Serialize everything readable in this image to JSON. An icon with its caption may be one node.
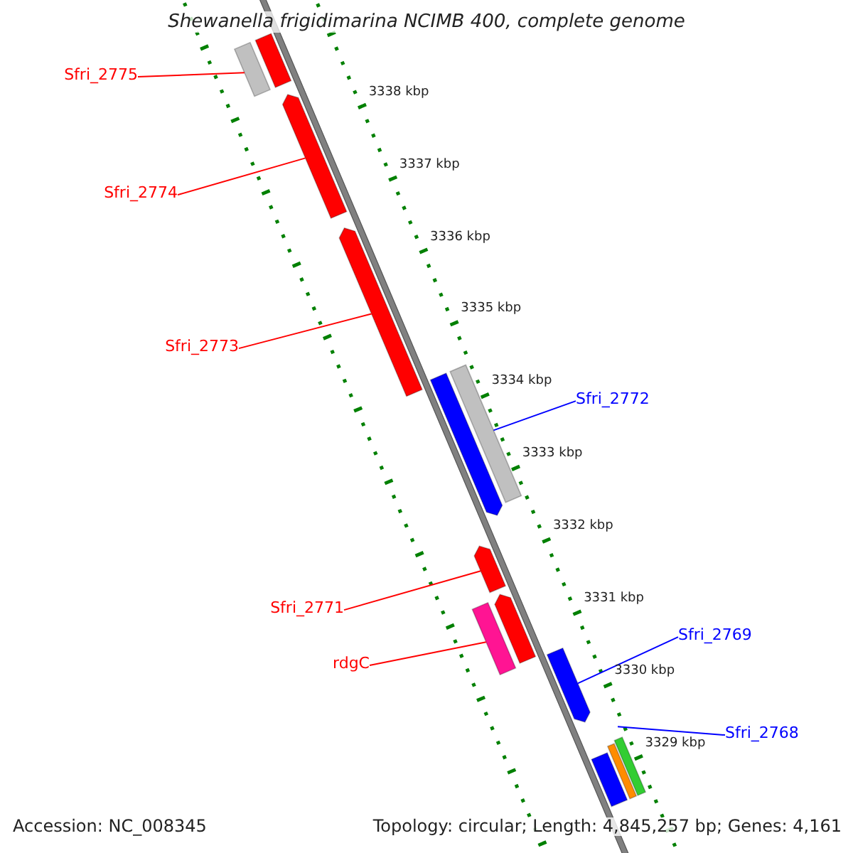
{
  "diagram": {
    "title": "Shewanella frigidimarina NCIMB 400, complete genome",
    "nodes": [
      {
        "text": [
          "Sfri_2775"
        ]
      },
      {
        "text": [
          "Sfri_2774"
        ]
      },
      {
        "text": [
          "Sfri_2773"
        ]
      },
      {
        "text": [
          "Sfri_2772"
        ]
      },
      {
        "text": [
          "Sfri_2771"
        ]
      },
      {
        "text": [
          "rdgC"
        ]
      },
      {
        "text": [
          "Sfri_2769"
        ]
      },
      {
        "text": [
          "Sfri_2768"
        ]
      },
      {
        "text": [],
        "shape": "bar"
      },
      {
        "text": [],
        "shape": "bar"
      },
      {
        "text": [],
        "shape": "bar"
      },
      {
        "text": [],
        "shape": "bar"
      },
      {
        "text": [],
        "shape": "bar"
      },
      {
        "text": [],
        "shape": "bar"
      },
      {
        "text": [],
        "shape": "bar"
      },
      {
        "text": [],
        "shape": "bar"
      },
      {
        "text": [],
        "shape": "bar"
      },
      {
        "text": [],
        "shape": "bar"
      },
      {
        "text": [],
        "shape": "bar"
      },
      {
        "text": [],
        "shape": "bar"
      },
      {
        "text": [],
        "shape": "bar"
      }
    ],
    "edges": [
      {
        "from": 0,
        "to": 8,
        "arrow": "none"
      },
      {
        "from": 1,
        "to": 9,
        "arrow": "none"
      },
      {
        "from": 2,
        "to": 10,
        "arrow": "none"
      },
      {
        "from": 3,
        "to": 11,
        "arrow": "none",
        "color": "#0000ff"
      },
      {
        "from": 4,
        "to": 12,
        "arrow": "none"
      },
      {
        "from": 5,
        "to": 13,
        "arrow": "none"
      },
      {
        "from": 6,
        "to": 14,
        "arrow": "none",
        "color": "#0000ff"
      },
      {
        "from": 7,
        "to": 15,
        "arrow": "none",
        "color": "#0000ff"
      }
    ],
    "labels": [
      "3338 kbp",
      "3337 kbp",
      "3336 kbp",
      "3335 kbp",
      "3334 kbp",
      "3333 kbp",
      "3332 kbp",
      "3331 kbp",
      "3330 kbp",
      "3329 kbp",
      "Accession: NC_008345",
      "Topology: circular; Length: 4,845,257 bp; Genes: 4,161"
    ]
  }
}
